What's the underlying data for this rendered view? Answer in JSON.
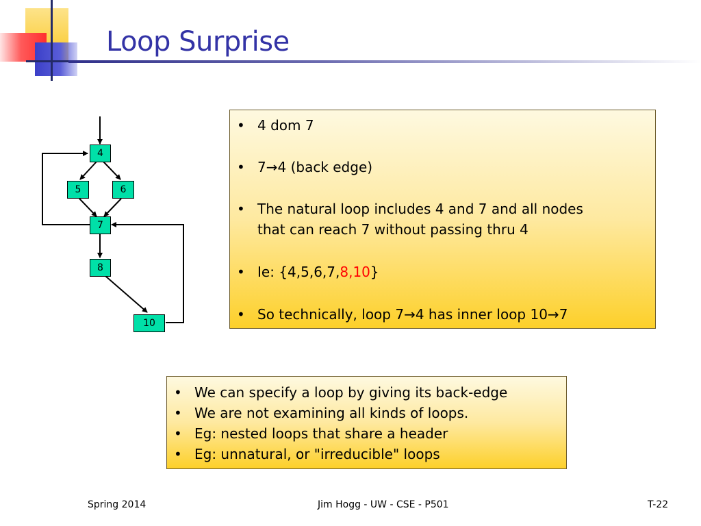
{
  "slide": {
    "title": "Loop Surprise",
    "nodes": {
      "n4": "4",
      "n5": "5",
      "n6": "6",
      "n7": "7",
      "n8": "8",
      "n10": "10"
    },
    "box1": {
      "b1": "4 dom 7",
      "b2": "7→4 (back edge)",
      "b3_line1": "The natural loop includes 4 and 7 and all nodes",
      "b3_line2": "that can reach 7 without passing thru 4",
      "b4_prefix": "Ie: {4,5,6,7,",
      "b4_red": "8,10",
      "b4_suffix": "}",
      "b5": "So technically, loop 7→4 has inner loop 10→7"
    },
    "box2": {
      "b1": "We can specify a loop by giving its back-edge",
      "b2": "We are not examining all kinds of loops.",
      "b3": "Eg: nested loops that share a header",
      "b4": "Eg: unnatural, or \"irreducible\" loops"
    },
    "bullet_char": "•",
    "footer": {
      "left": "Spring 2014",
      "center": "Jim Hogg - UW - CSE - P501",
      "right": "T-22"
    },
    "colors": {
      "title": "#3333a6",
      "node_fill": "#00e0a8",
      "box_top": "#fef9e0",
      "box_bottom": "#fdd02a",
      "highlight": "#ff0000"
    }
  }
}
